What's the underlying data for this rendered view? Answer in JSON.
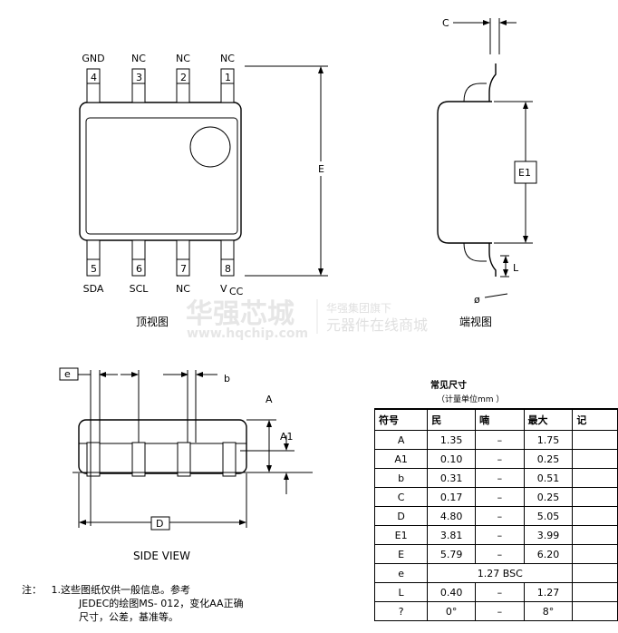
{
  "top_view": {
    "pins_top": [
      {
        "name": "GND",
        "num": "4"
      },
      {
        "name": "NC",
        "num": "3"
      },
      {
        "name": "NC",
        "num": "2"
      },
      {
        "name": "NC",
        "num": "1"
      }
    ],
    "pins_bottom": [
      {
        "name": "SDA",
        "num": "5"
      },
      {
        "name": "SCL",
        "num": "6"
      },
      {
        "name": "NC",
        "num": "7"
      },
      {
        "name": "V",
        "sub": "CC",
        "num": "8"
      }
    ],
    "dim_E": "E",
    "caption": "顶视图"
  },
  "end_view": {
    "dim_C": "C",
    "dim_E1": "E1",
    "dim_L": "L",
    "dim_phi": "ø",
    "caption": "端视图"
  },
  "side_view": {
    "dim_e": "e",
    "dim_b": "b",
    "dim_A": "A",
    "dim_A1": "A1",
    "dim_D": "D",
    "caption": "SIDE VIEW"
  },
  "watermark": {
    "brand": "华强芯城",
    "url": "www.hqchip.com",
    "line1": "华强集团旗下",
    "line2": "元器件在线商城"
  },
  "table": {
    "title": "常见尺寸",
    "unit": "（计量单位mm ）",
    "headers": [
      "符号",
      "民",
      "喃",
      "最大",
      "记"
    ],
    "rows": [
      [
        "A",
        "1.35",
        "–",
        "1.75",
        ""
      ],
      [
        "A1",
        "0.10",
        "–",
        "0.25",
        ""
      ],
      [
        "b",
        "0.31",
        "–",
        "0.51",
        ""
      ],
      [
        "C",
        "0.17",
        "–",
        "0.25",
        ""
      ],
      [
        "D",
        "4.80",
        "–",
        "5.05",
        ""
      ],
      [
        "E1",
        "3.81",
        "–",
        "3.99",
        ""
      ],
      [
        "E",
        "5.79",
        "–",
        "6.20",
        ""
      ],
      [
        "e",
        "1.27 BSC"
      ],
      [
        "L",
        "0.40",
        "–",
        "1.27",
        ""
      ],
      [
        "?",
        "0°",
        "–",
        "8°",
        ""
      ]
    ]
  },
  "notes": {
    "label": "注：",
    "line1": "1.这些图纸仅供一般信息。参考",
    "line2": "JEDEC的绘图MS- 012，变化AA正确",
    "line3": "尺寸，公差，基准等。"
  }
}
